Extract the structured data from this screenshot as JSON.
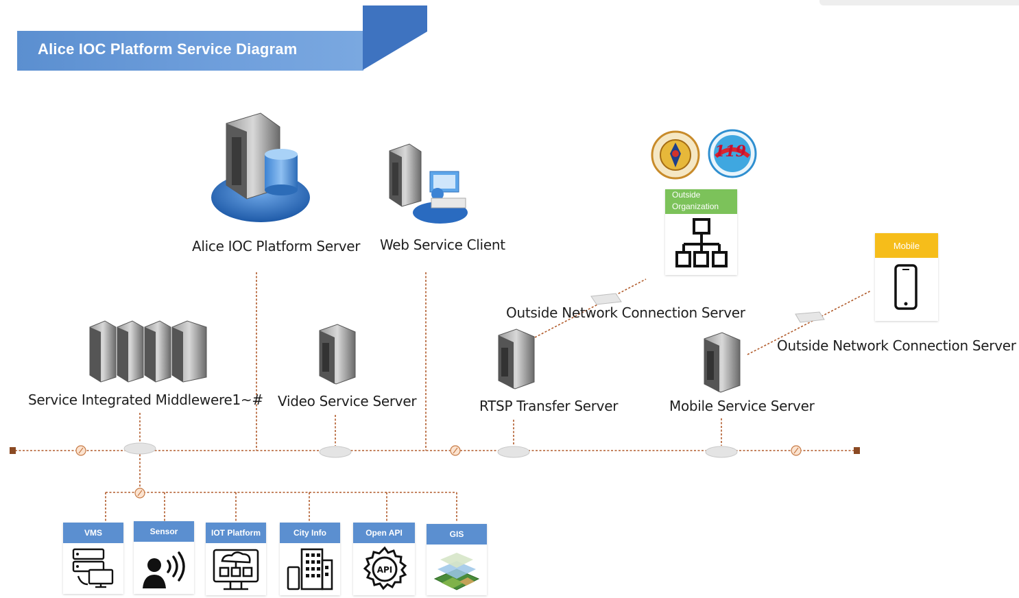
{
  "title": "Alice IOC Platform Service  Diagram",
  "colors": {
    "banner": "#6a9bd8",
    "tile_header": "#5b8fd0",
    "org_header": "#7cc25a",
    "mobile_header": "#f6bd1a",
    "link_line": "#b05a2a"
  },
  "nodes": {
    "platform_server": "Alice IOC Platform Server",
    "web_client": "Web Service Client",
    "middleware": "Service Integrated  Middlewere1~#",
    "video_server": "Video  Service Server",
    "rtsp_server": "RTSP Transfer  Server",
    "mobile_server": "Mobile   Service Server",
    "outside_conn_1": "Outside  Network  Connection Server",
    "outside_conn_2": "Outside  Network  Connection Server"
  },
  "outside_org": {
    "header": "Outside Organization",
    "emblems": [
      "police-emblem-icon",
      "119-emblem-icon"
    ]
  },
  "mobile_box": {
    "header": "Mobile"
  },
  "tiles": [
    {
      "label": "VMS",
      "icon": "vms-icon"
    },
    {
      "label": "Sensor",
      "icon": "sensor-icon"
    },
    {
      "label": "IOT Platform",
      "icon": "iot-platform-icon"
    },
    {
      "label": "City Info",
      "icon": "city-info-icon"
    },
    {
      "label": "Open API",
      "icon": "open-api-icon"
    },
    {
      "label": "GIS",
      "icon": "gis-icon"
    }
  ]
}
